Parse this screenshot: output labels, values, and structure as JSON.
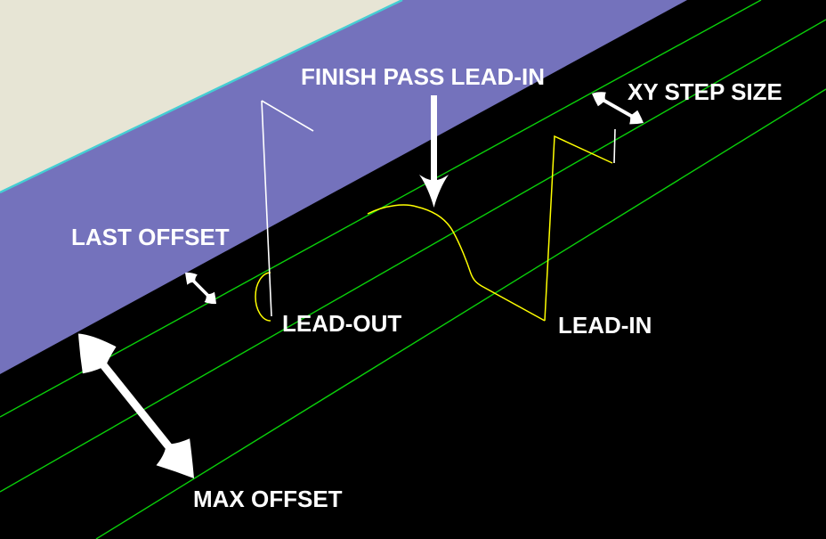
{
  "labels": {
    "finish_pass_lead_in": "FINISH PASS LEAD-IN",
    "xy_step_size": "XY STEP SIZE",
    "last_offset": "LAST OFFSET",
    "lead_out": "LEAD-OUT",
    "lead_in": "LEAD-IN",
    "max_offset": "MAX OFFSET"
  },
  "colors": {
    "background": "#000000",
    "stock_surface": "#E7E5D5",
    "stock_edge": "#45CDD3",
    "machined_floor": "#7472BC",
    "offset_line": "#0ACF0A",
    "toolpath": "#FFFF00",
    "annotation": "#FFFFFF"
  }
}
